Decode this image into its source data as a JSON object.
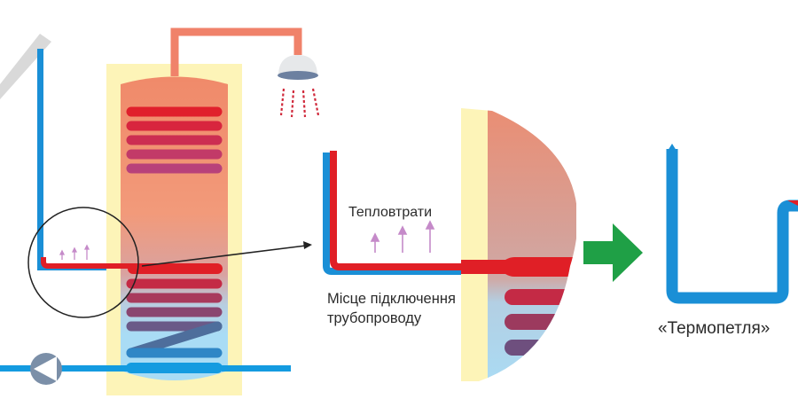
{
  "labels": {
    "heat_loss": "Тепловтрати",
    "connection_line1": "Місце підключення",
    "connection_line2": "трубопроводу",
    "thermoloop": "«Термопетля»"
  },
  "colors": {
    "cold_pipe": "#1a8fd6",
    "hot_pipe": "#e01f26",
    "tank_insulation": "#fdf4b8",
    "tank_hot": "#f08a6a",
    "tank_cold": "#a9dcf5",
    "hot_water_pipe": "#f0826a",
    "collector": "#d9d9d9",
    "arrow_green": "#1fa046",
    "heat_arrows": "#c58ac9",
    "pump": "#7b8fa8"
  },
  "icons": {
    "shower": "shower-icon",
    "pump": "pump-icon",
    "solar_collector": "solar-collector-icon",
    "next_arrow": "arrow-right-icon"
  }
}
